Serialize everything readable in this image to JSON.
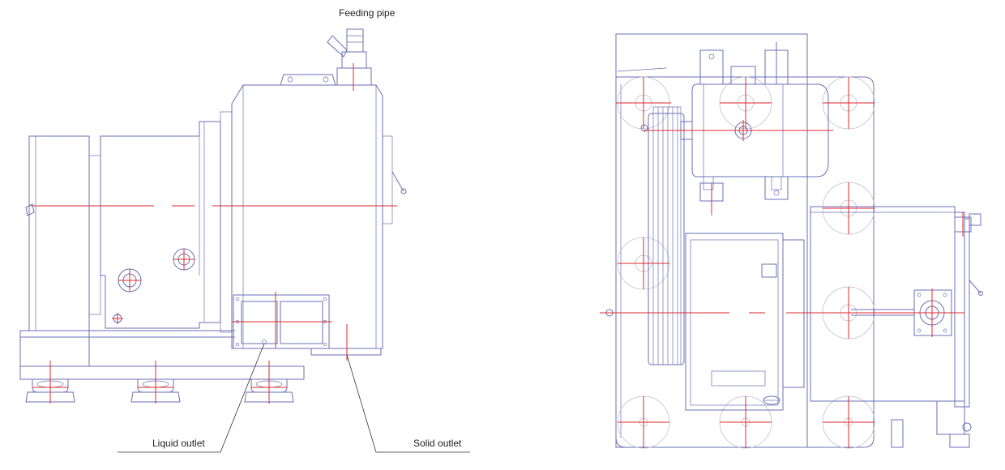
{
  "labels": {
    "feeding_pipe": "Feeding pipe",
    "liquid_outlet": "Liquid outlet",
    "solid_outlet": "Solid outlet"
  },
  "colors": {
    "outline": "#6b6fb5",
    "centerline": "#e0282c",
    "leader": "#333333",
    "text": "#222222"
  }
}
